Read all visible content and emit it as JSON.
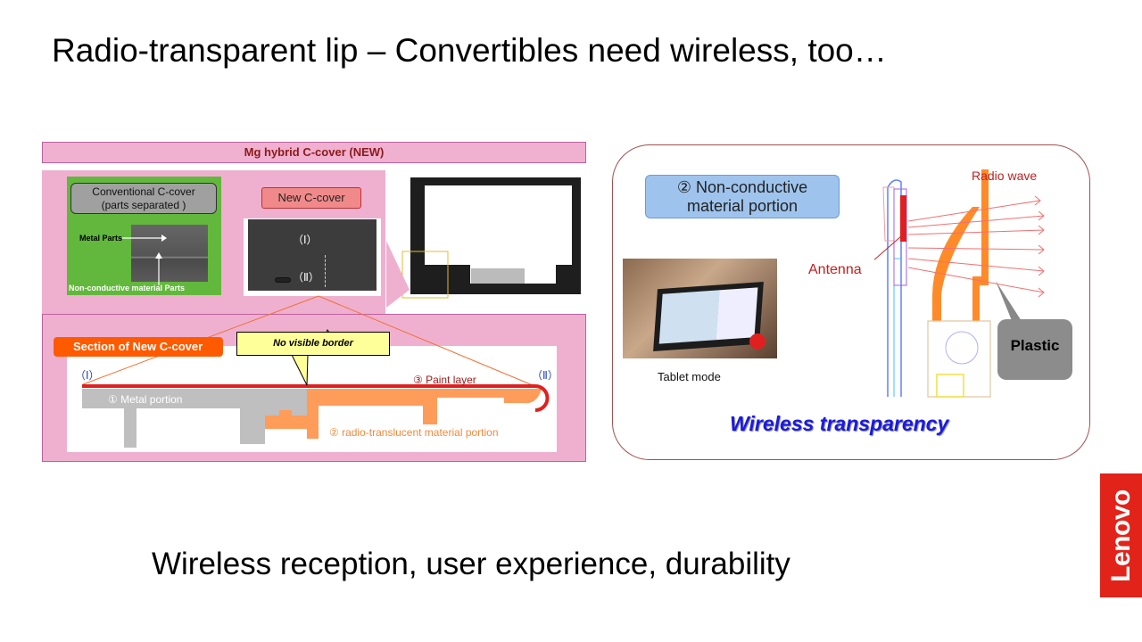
{
  "title": "Radio-transparent lip – Convertibles need wireless, too…",
  "subtitle": "Wireless reception, user experience, durability",
  "left_panel": {
    "header": "Mg hybrid C-cover (NEW)",
    "conventional_label_line1": "Conventional  C-cover",
    "conventional_label_line2": "(parts separated )",
    "metal_parts": "Metal Parts",
    "nonconductive_parts": "Non-conductive material Parts",
    "new_cover_label": "New C-cover",
    "marker_1": "（Ⅰ）",
    "marker_2": "（Ⅱ）",
    "section_label": "Section of New C-cover",
    "callout": "No visible  border",
    "metal_portion": "① Metal portion",
    "paint_layer": "③ Paint layer",
    "radio_portion": "② radio-translucent material portion"
  },
  "right_panel": {
    "label_line1": "② Non-conductive",
    "label_line2": "material portion",
    "tablet_mode": "Tablet mode",
    "radio_wave": "Radio wave",
    "antenna": "Antenna",
    "plastic": "Plastic",
    "footer": "Wireless transparency"
  },
  "logo": "Lenovo",
  "colors": {
    "pink": "#efb0d0",
    "orange": "#ff9c5a",
    "paint": "#e02020",
    "metal": "#bfbfbf",
    "brand": "#e2231a",
    "blue_text": "#1a1ae0"
  }
}
